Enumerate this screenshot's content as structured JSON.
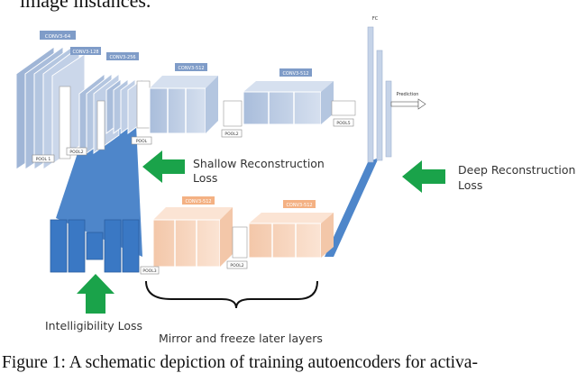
{
  "header_text": "image instances.",
  "labels": {
    "conv3_64": "CONV3-64",
    "conv3_128": "CONV3-128",
    "conv3_256": "CONV3-256",
    "conv3_512_a": "CONV3-512",
    "conv3_512_b": "CONV3-512",
    "fc": "FC",
    "prediction": "Prediction",
    "pool_1": "POOL 1",
    "pool_2": "POOL2",
    "pool_3": "POOL",
    "pool_4": "POOL2",
    "pool_5": "POOL5",
    "dec_conv3_512_a": "CONV3-512",
    "dec_conv3_512_b": "CONV3-512",
    "dec_pool_1": "POOL3",
    "dec_pool_2": "POOL2"
  },
  "losses": {
    "shallow_line1": "Shallow Reconstruction",
    "shallow_line2": "Loss",
    "deep_line1": "Deep Reconstruction",
    "deep_line2": "Loss",
    "intelligibility": "Intelligibility Loss"
  },
  "brace_label": "Mirror and freeze later layers",
  "caption": "Figure 1: A schematic depiction of training autoencoders for activa-",
  "colors": {
    "encoder_block": "#b8c8e0",
    "autoencoder_blue": "#3a78c4",
    "decoder_orange": "#f6d2bb",
    "arrow_green": "#1aa34a"
  }
}
